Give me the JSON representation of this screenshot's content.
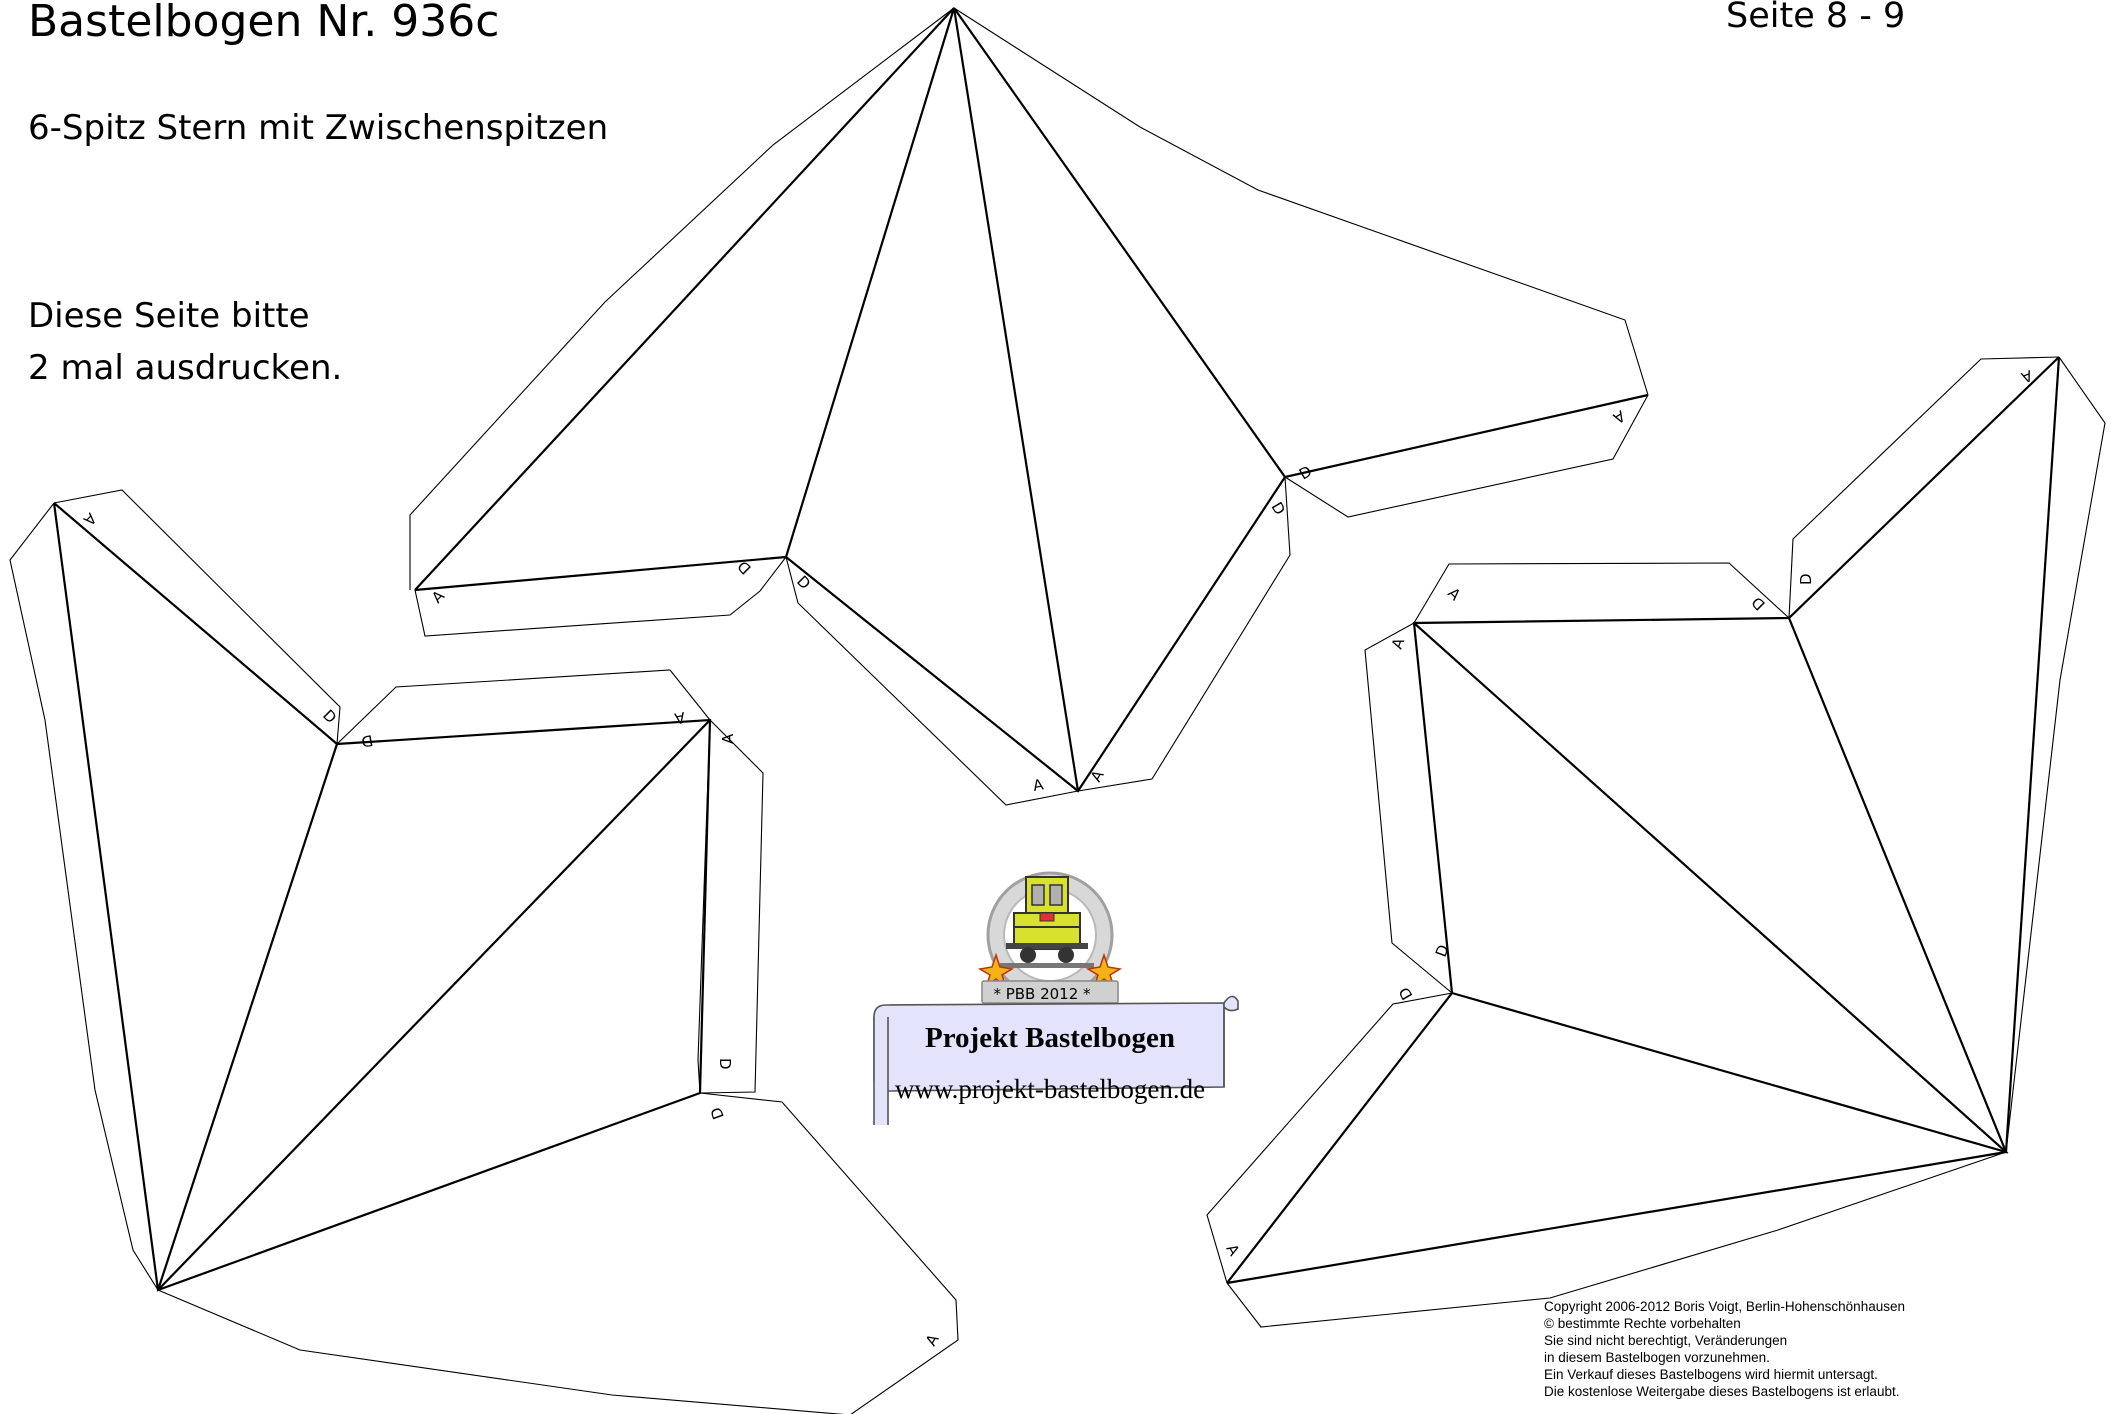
{
  "header": {
    "title": "Bastelbogen Nr. 936c",
    "pages": "Seite 8 - 9",
    "subtitle": "6-Spitz Stern mit Zwischenspitzen",
    "instruction_line1": "Diese Seite bitte",
    "instruction_line2": "2 mal ausdrucken."
  },
  "tab_labels": {
    "a": "A",
    "d": "D"
  },
  "logo": {
    "badge": "* PBB 2012 *",
    "title": "Projekt Bastelbogen",
    "url": "www.projekt-bastelbogen.de",
    "ribbon_color": "#e3e3fb",
    "loco_color": "#d8e030"
  },
  "copyright": [
    "Copyright  2006-2012 Boris Voigt, Berlin-Hohenschönhausen",
    "© bestimmte Rechte vorbehalten",
    "Sie sind nicht berechtigt, Veränderungen",
    "in diesem Bastelbogen vorzunehmen.",
    "Ein Verkauf dieses Bastelbogens wird hiermit untersagt.",
    "Die kostenlose Weitergabe dieses Bastelbogens ist erlaubt."
  ]
}
